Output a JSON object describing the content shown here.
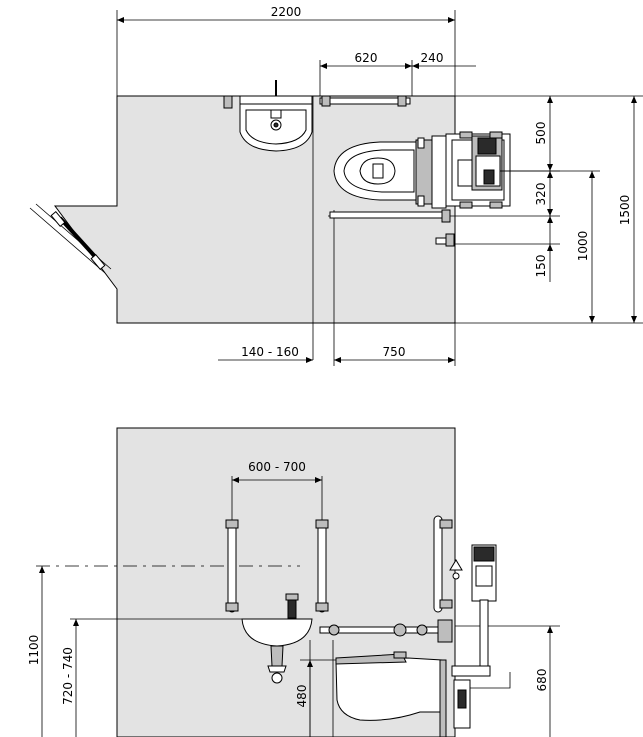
{
  "plan": {
    "dims": {
      "total_width": "2200",
      "clear_620": "620",
      "clear_240": "240",
      "wc_500": "500",
      "wc_320": "320",
      "wc_150": "150",
      "depth_1000": "1000",
      "depth_1500": "1500",
      "gap_140_160": "140 - 160",
      "wc_750": "750"
    }
  },
  "elevation": {
    "dims": {
      "grab_spacing": "600 - 700",
      "height_1100": "1100",
      "basin_720_740": "720 - 740",
      "seat_480": "480",
      "rail_680": "680"
    }
  }
}
